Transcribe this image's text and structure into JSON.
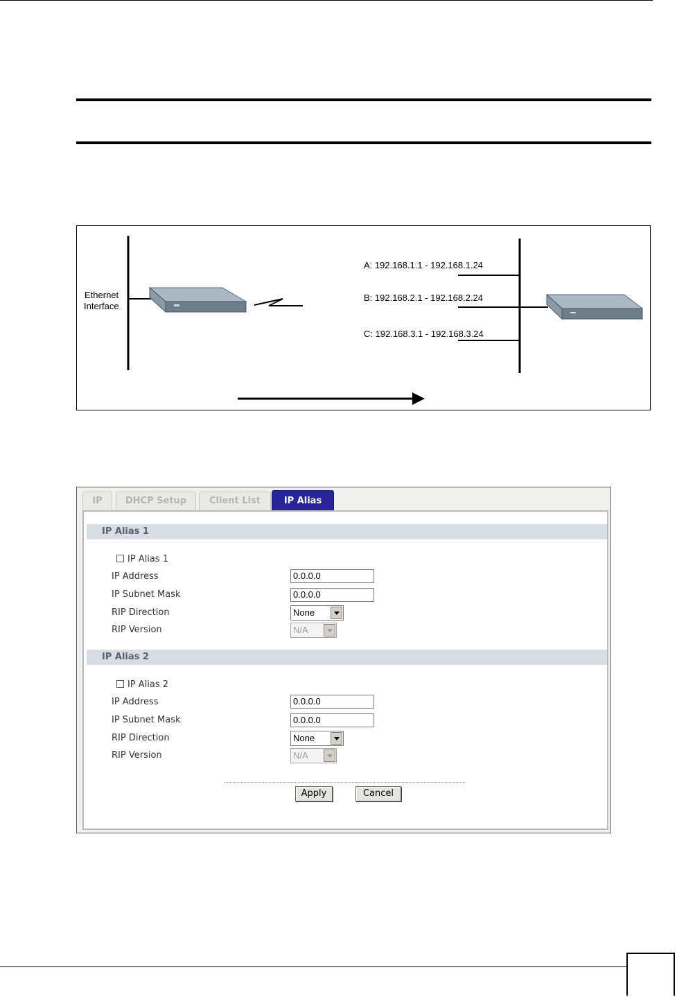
{
  "diagram": {
    "ethernet_label_line1": "Ethernet",
    "ethernet_label_line2": "Interface",
    "alias_a": "A: 192.168.1.1 - 192.168.1.24",
    "alias_b": "B: 192.168.2.1 - 192.168.2.24",
    "alias_c": "C: 192.168.3.1 - 192.168.3.24"
  },
  "tabs": [
    {
      "label": "IP",
      "active": false
    },
    {
      "label": "DHCP Setup",
      "active": false
    },
    {
      "label": "Client List",
      "active": false
    },
    {
      "label": "IP Alias",
      "active": true
    }
  ],
  "alias1": {
    "title": "IP Alias 1",
    "checkbox_label": "IP Alias 1",
    "checked": false,
    "ip_address_label": "IP Address",
    "ip_address": "0.0.0.0",
    "subnet_label": "IP Subnet Mask",
    "subnet": "0.0.0.0",
    "rip_direction_label": "RIP Direction",
    "rip_direction": "None",
    "rip_version_label": "RIP Version",
    "rip_version": "N/A"
  },
  "alias2": {
    "title": "IP Alias 2",
    "checkbox_label": "IP Alias 2",
    "checked": false,
    "ip_address_label": "IP Address",
    "ip_address": "0.0.0.0",
    "subnet_label": "IP Subnet Mask",
    "subnet": "0.0.0.0",
    "rip_direction_label": "RIP Direction",
    "rip_direction": "None",
    "rip_version_label": "RIP Version",
    "rip_version": "N/A"
  },
  "buttons": {
    "apply": "Apply",
    "cancel": "Cancel"
  },
  "colors": {
    "active_tab": "#28249a",
    "section_bar": "#d7dde3"
  }
}
